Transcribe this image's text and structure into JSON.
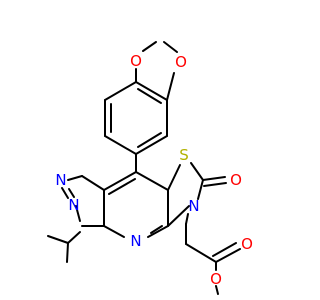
{
  "molecule": {
    "atoms": {
      "o_dioxole_top": {
        "text": "O"
      },
      "o_dioxole_right": {
        "text": "O"
      },
      "s_thiazole": {
        "text": "S"
      },
      "o_carbonyl_ring": {
        "text": "O"
      },
      "n_pyrazole_1": {
        "text": "N"
      },
      "n_pyrazole_2": {
        "text": "N"
      },
      "n_pyridine": {
        "text": "N"
      },
      "n_thiazole": {
        "text": "N"
      },
      "o_ester_carbonyl": {
        "text": "O"
      },
      "o_ester_methoxy": {
        "text": "O"
      }
    },
    "colors": {
      "bond": "#000000",
      "oxygen": "#ff0000",
      "nitrogen": "#0000ff",
      "sulfur": "#b2b200",
      "background": "#ffffff"
    }
  }
}
